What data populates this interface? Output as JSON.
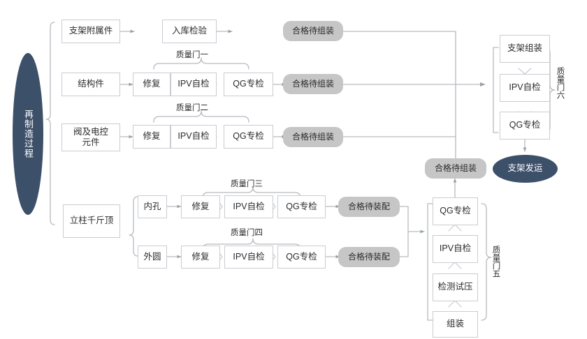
{
  "diagram": {
    "title": "再制造过程",
    "colors": {
      "navy": "#3d5069",
      "pill_grey": "#c6c6c6",
      "box_border": "#c9ccd1",
      "line": "#9aa0a6",
      "text": "#2b2b2b"
    },
    "root": {
      "label": "再制造过程"
    },
    "branches": [
      {
        "id": "branch-accessory",
        "input": {
          "label": "支架附属件"
        },
        "steps": [
          {
            "label": "入库检验"
          }
        ],
        "output": {
          "label": "合格待组装"
        },
        "gate": null
      },
      {
        "id": "branch-structural",
        "input": {
          "label": "结构件"
        },
        "steps": [
          {
            "label": "修复"
          },
          {
            "label": "IPV自检"
          },
          {
            "label": "QG专检"
          }
        ],
        "output": {
          "label": "合格待组装"
        },
        "gate": {
          "label": "质量门一"
        }
      },
      {
        "id": "branch-valve",
        "input": {
          "label": "阀及电控\n元件"
        },
        "steps": [
          {
            "label": "修复"
          },
          {
            "label": "IPV自检"
          },
          {
            "label": "QG专检"
          }
        ],
        "output": {
          "label": "合格待组装"
        },
        "gate": {
          "label": "质量门二"
        }
      }
    ],
    "jack": {
      "input": {
        "label": "立柱千斤顶"
      },
      "sub_branches": [
        {
          "id": "branch-bore",
          "input": {
            "label": "内孔"
          },
          "steps": [
            {
              "label": "修复"
            },
            {
              "label": "IPV自检"
            },
            {
              "label": "QG专检"
            }
          ],
          "output": {
            "label": "合格待装配"
          },
          "gate": {
            "label": "质量门三"
          }
        },
        {
          "id": "branch-outer",
          "input": {
            "label": "外圆"
          },
          "steps": [
            {
              "label": "修复"
            },
            {
              "label": "IPV自检"
            },
            {
              "label": "QG专检"
            }
          ],
          "output": {
            "label": "合格待装配"
          },
          "gate": {
            "label": "质量门四"
          }
        }
      ]
    },
    "assembly_column": {
      "gate": {
        "label": "质量门五"
      },
      "steps_top_to_bottom": [
        {
          "label": "QG专检"
        },
        {
          "label": "IPV自检"
        },
        {
          "label": "检测试压"
        },
        {
          "label": "组装"
        }
      ],
      "output": {
        "label": "合格待组装"
      }
    },
    "final_column": {
      "gate": {
        "label": "质量门六"
      },
      "steps_top_to_bottom": [
        {
          "label": "支架组装"
        },
        {
          "label": "IPV自检"
        },
        {
          "label": "QG专检"
        }
      ],
      "output": {
        "label": "支架发运"
      }
    }
  }
}
